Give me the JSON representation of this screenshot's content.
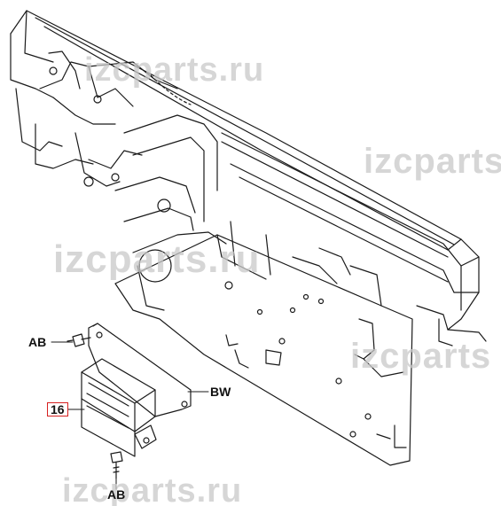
{
  "watermarks": {
    "wm1": "izcparts.ru",
    "wm2": "izcparts",
    "wm3": "izcparts.ru",
    "wm4": "izcparts",
    "wm5": "izcparts.ru"
  },
  "callouts": {
    "ab_upper": "AB",
    "bw": "BW",
    "part_16": "16",
    "ab_lower": "AB"
  },
  "colors": {
    "line": "#1a1a1a",
    "callout_box": "#d62020",
    "watermark": "#c9c9c9"
  }
}
